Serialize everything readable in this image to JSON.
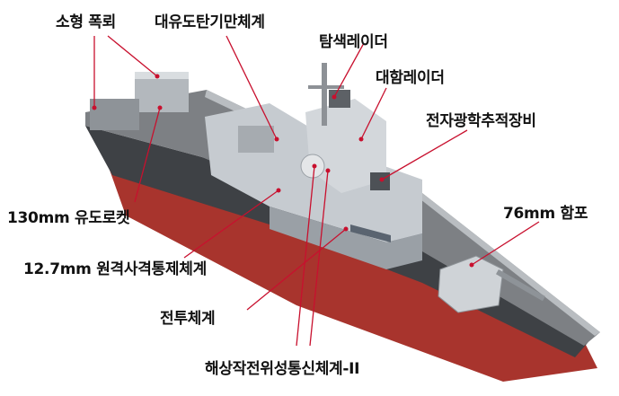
{
  "labels": {
    "small_decoy": "소형 폭뢰",
    "anti_sub_torpedo": "대유도탄기만체계",
    "search_radar": "탐색레이더",
    "fire_control_radar": "대함레이더",
    "eo_tracking": "전자광학추적장비",
    "rocket_130mm": "130mm 유도로켓",
    "rws_12_7mm": "12.7mm 원격사격통제체계",
    "combat_system": "전투체계",
    "gun_76mm": "76mm 함포",
    "comms_system": "해상작전위성통신체계-II"
  },
  "colors": {
    "hull_top": "#4a4a4a",
    "hull_red": "#b0352f",
    "superstructure": "#c9ced3",
    "leader": "#c8102e",
    "label_text": "#111111"
  }
}
